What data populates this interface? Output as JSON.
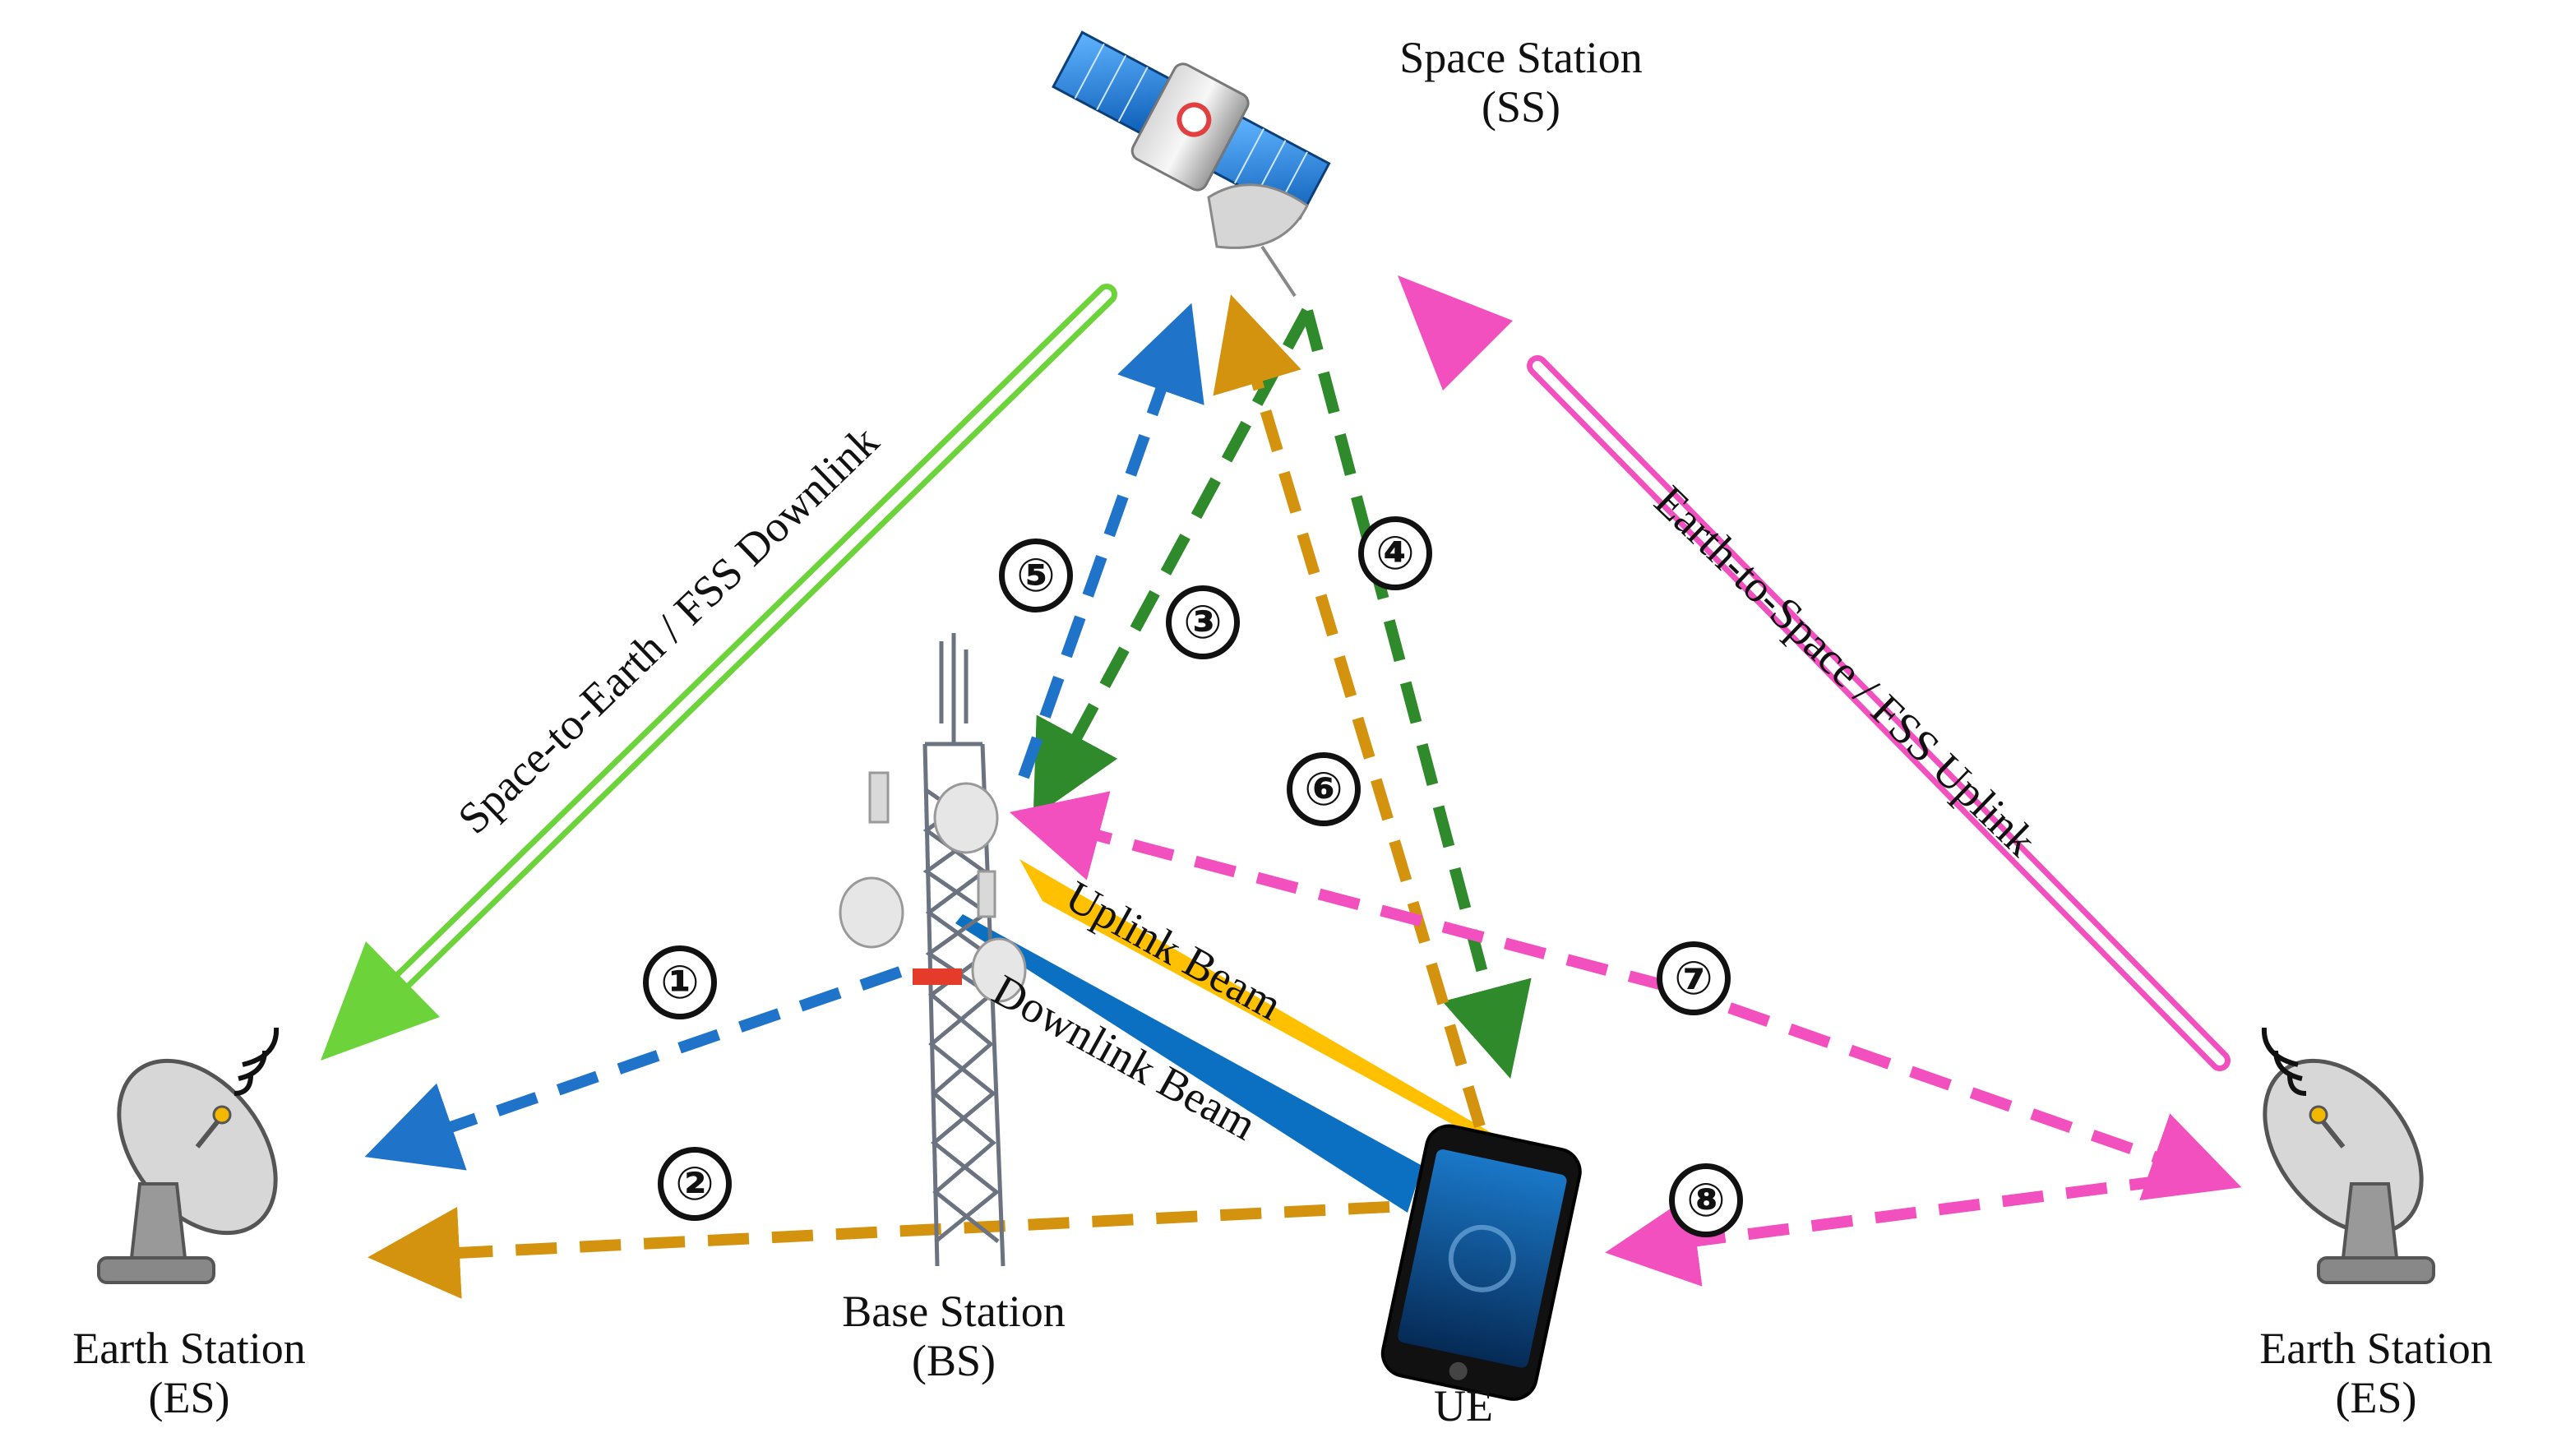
{
  "nodes": {
    "space_station": {
      "name": "Space Station",
      "abbr": "(SS)"
    },
    "base_station": {
      "name": "Base Station",
      "abbr": "(BS)"
    },
    "earth_station_left": {
      "name": "Earth Station",
      "abbr": "(ES)"
    },
    "earth_station_right": {
      "name": "Earth Station",
      "abbr": "(ES)"
    },
    "ue": {
      "name": "UE"
    }
  },
  "links": {
    "space_to_earth": "Space-to-Earth / FSS Downlink",
    "earth_to_space": "Earth-to-Space / FSS Uplink",
    "uplink_beam": "Uplink Beam",
    "downlink_beam": "Downlink Beam"
  },
  "paths": [
    {
      "label": "①",
      "color": "#1f74c9"
    },
    {
      "label": "②",
      "color": "#d4930f"
    },
    {
      "label": "③",
      "color": "#2e8a2a"
    },
    {
      "label": "④",
      "color": "#2e8a2a"
    },
    {
      "label": "⑤",
      "color": "#1f74c9"
    },
    {
      "label": "⑥",
      "color": "#d4930f"
    },
    {
      "label": "⑦",
      "color": "#f24fbf"
    },
    {
      "label": "⑧",
      "color": "#f24fbf"
    }
  ],
  "colors": {
    "green_arrow": "#6cd43a",
    "pink_arrow": "#f24fbf",
    "uplink_beam": "#ffc000",
    "downlink_beam": "#0b6fc2"
  }
}
